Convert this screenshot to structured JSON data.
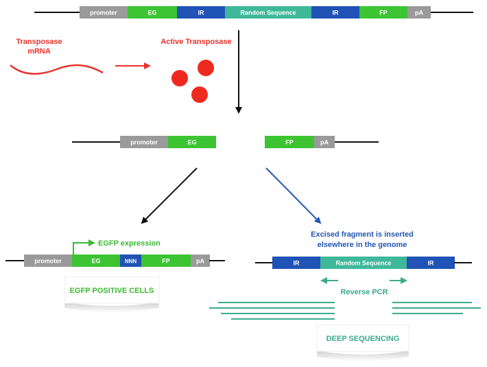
{
  "colors": {
    "promoter": "#9a9a9a",
    "eg": "#3cc432",
    "ir": "#1f53b5",
    "random": "#3fb89a",
    "fp": "#3cc432",
    "pa": "#9a9a9a",
    "nnn": "#1f53b5",
    "red": "#e8322b",
    "green": "#3cb832",
    "blue": "#2457b5",
    "teal": "#3aaa8a"
  },
  "construct_full": {
    "segments": [
      "promoter",
      "EG",
      "IR",
      "Random Sequence",
      "IR",
      "FP",
      "pA"
    ]
  },
  "transposase": {
    "mrna_label_line1": "Transposase",
    "mrna_label_line2": "mRNA",
    "active_label": "Active Transposase"
  },
  "excised_left": {
    "segments": [
      "promoter",
      "EG"
    ]
  },
  "excised_right": {
    "segments": [
      "FP",
      "pA"
    ]
  },
  "repaired": {
    "expression_label": "EGFP expression",
    "segments": [
      "promoter",
      "EG",
      "NNN",
      "FP",
      "pA"
    ],
    "result_label": "EGFP POSITIVE CELLS"
  },
  "inserted": {
    "label_line1": "Excised fragment is inserted",
    "label_line2": "elsewhere in the genome",
    "segments": [
      "IR",
      "Random Sequence",
      "IR"
    ],
    "pcr_label": "Reverse PCR",
    "result_label": "DEEP SEQUENCING"
  }
}
